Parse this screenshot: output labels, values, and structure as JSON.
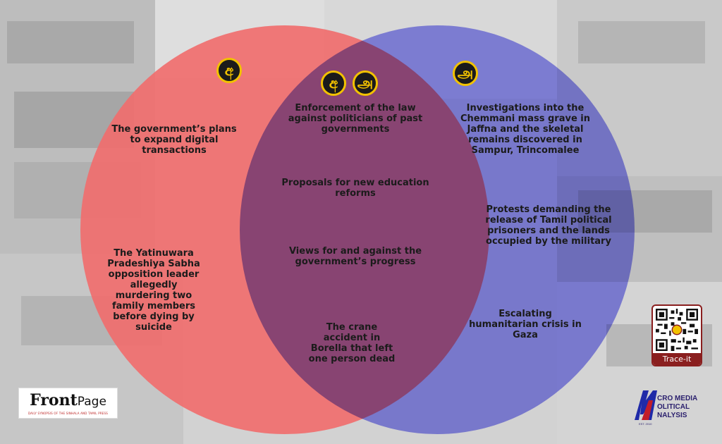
{
  "colors": {
    "left_circle": "#f06e6e",
    "right_circle": "#7d7df5",
    "badge_bg": "#1b1b1b",
    "badge_fg": "#f2c200",
    "text": "#1b1b1b",
    "brand_red": "#8a1f1f"
  },
  "badges": {
    "sinhala": "අ",
    "tamil": "அ"
  },
  "left_only": {
    "item1": "The government’s plans to expand digital transactions",
    "item2": "The Yatinuwara Pradeshiya Sabha opposition leader allegedly murdering two family members before dying by suicide"
  },
  "overlap": {
    "item1": "Enforcement of the law against politicians of past governments",
    "item2": "Proposals for new education reforms",
    "item3": "Views for and against the government’s progress",
    "item4": "The crane accident in Borella that left one person dead"
  },
  "right_only": {
    "item1": "Investigations into the Chemmani mass grave in Jaffna and the skeletal remains discovered in Sampur, Trincomalee",
    "item2": "Protests demanding the release of Tamil political prisoners and the lands occupied by the military",
    "item3": "Escalating humanitarian crisis in Gaza"
  },
  "logos": {
    "frontpage_title": "Front",
    "frontpage_title_suffix": "Page",
    "frontpage_tagline": "DAILY SYNOPSIS OF THE SINHALA AND TAMIL PRESS",
    "qr_label": "Trace-it",
    "acro_line1": "CRO MEDIA",
    "acro_line2": "OLITICAL",
    "acro_line3": "NALYSIS",
    "acro_est": "EST. 2010"
  }
}
